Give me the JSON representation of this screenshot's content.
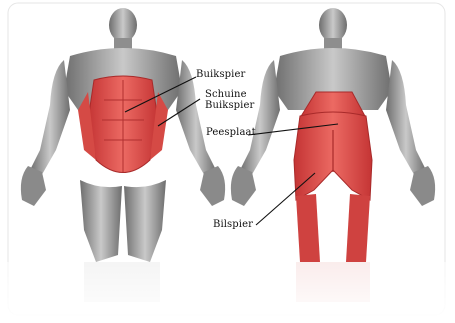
{
  "labels": {
    "rectus_abdominis": "Buikspier",
    "obliques_line1": "Schuine",
    "obliques_line2": "Buikspier",
    "lumbar_fascia": "Peesplaat",
    "gluteus": "Bilspier"
  },
  "colors": {
    "muscle_highlight": "#d8403f",
    "muscle_gray": "#9a9a9a",
    "background": "#ffffff"
  }
}
